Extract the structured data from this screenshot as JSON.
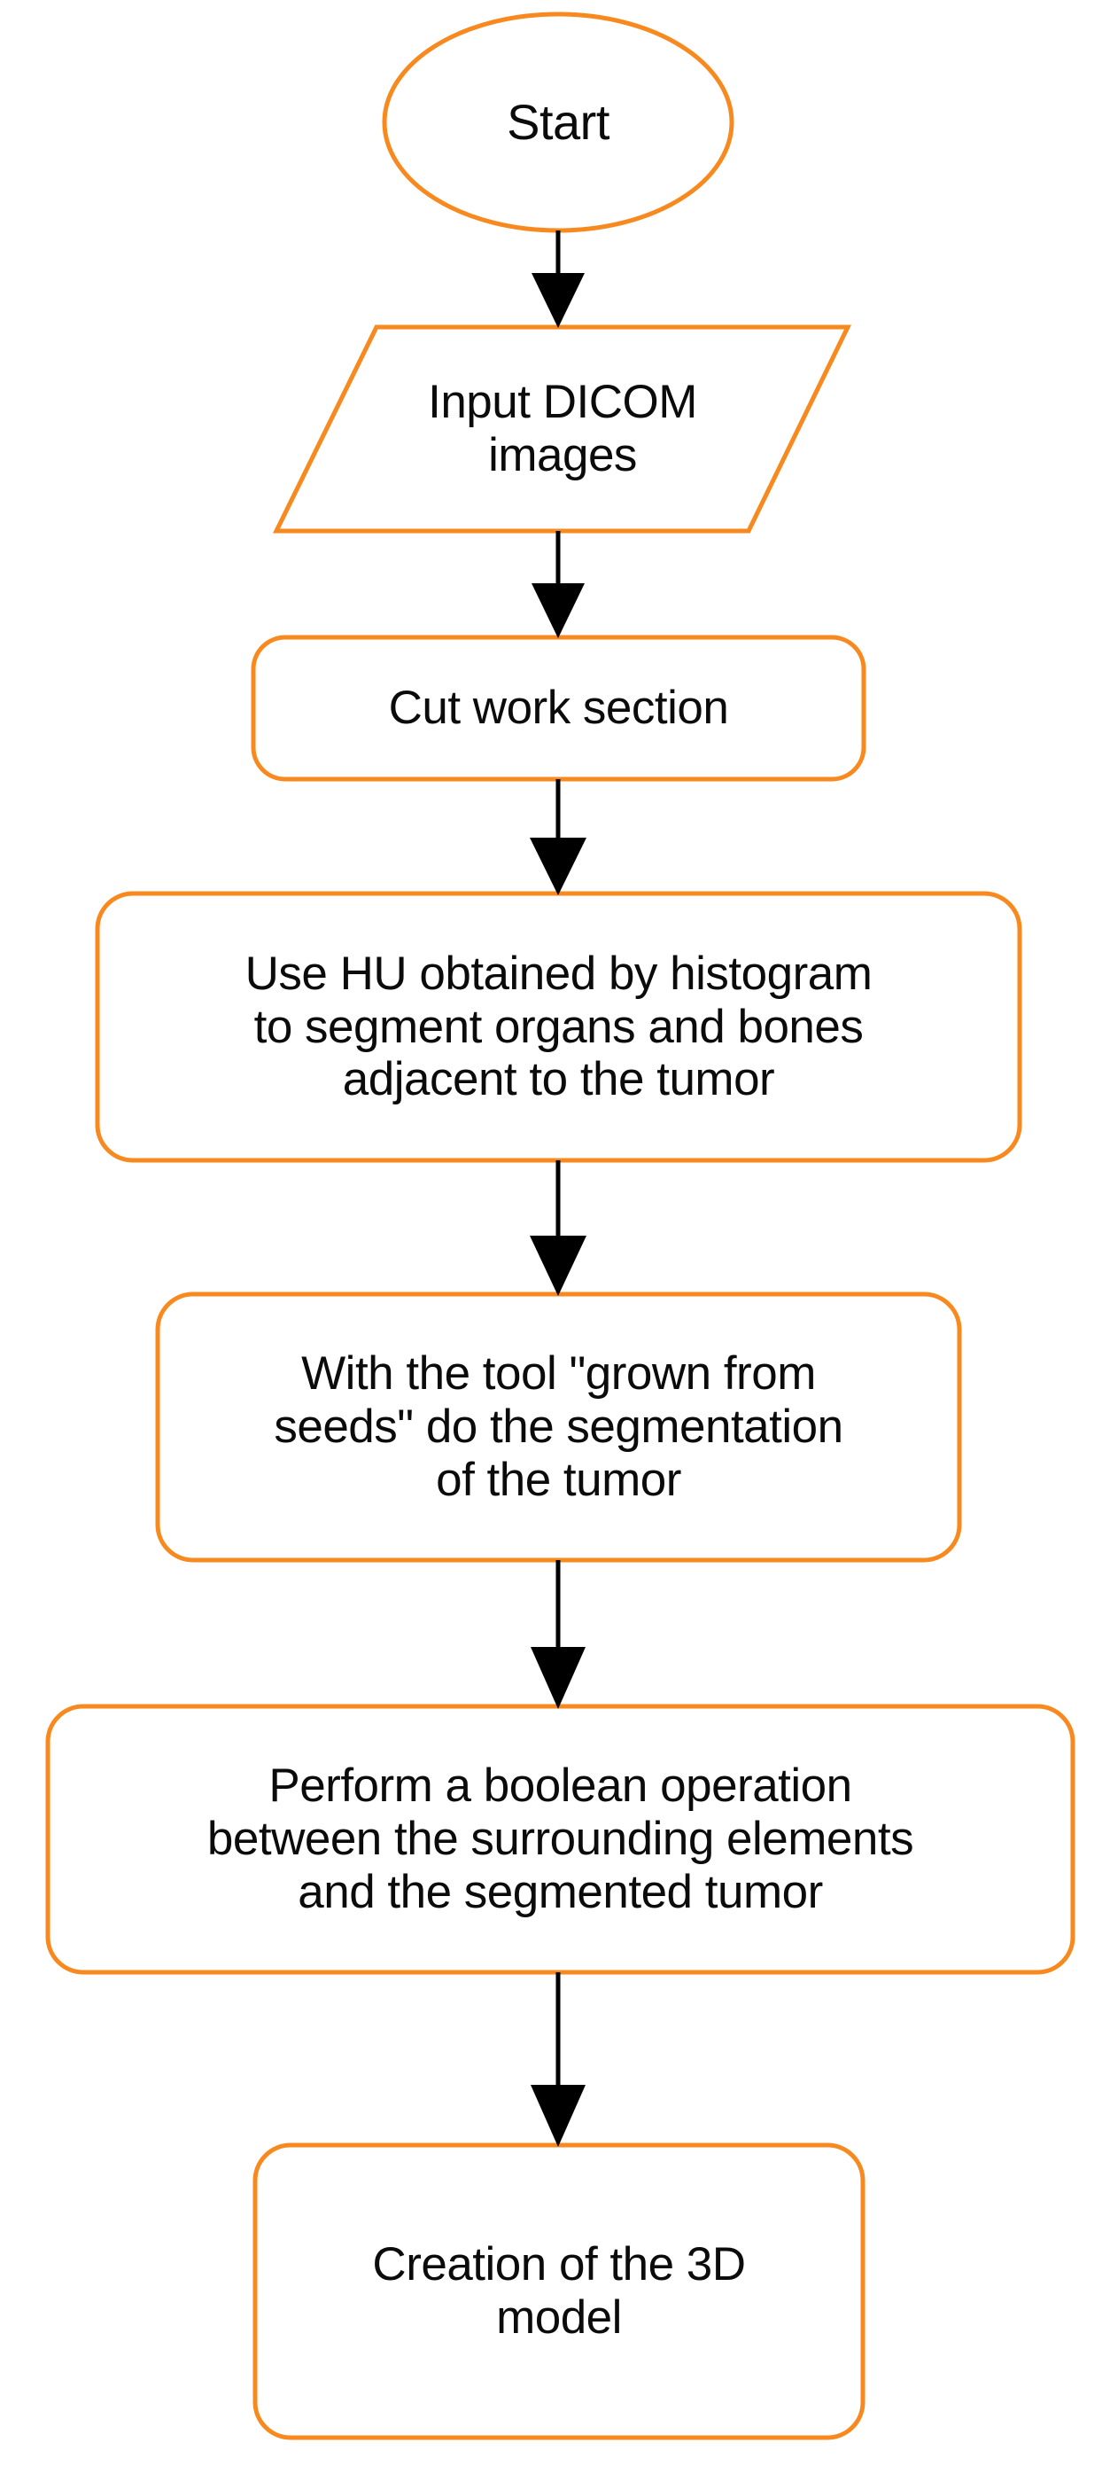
{
  "diagram": {
    "title": "3D tumor model segmentation workflow",
    "background_color": "#ffffff",
    "shape_stroke_color": "#f7891e",
    "shape_fill_color": "#ffffff",
    "text_color": "#0b0b0b",
    "connector_color": "#000000",
    "orientation": "top-to-bottom",
    "node_count": 7,
    "connector_count": 6
  },
  "nodes": [
    {
      "id": "start",
      "shape": "ellipse",
      "role": "terminator",
      "text": "Start",
      "lines": [
        "Start"
      ]
    },
    {
      "id": "input-dicom",
      "shape": "parallelogram",
      "role": "input-output",
      "text": "Input DICOM images",
      "lines": [
        "Input DICOM",
        "images"
      ]
    },
    {
      "id": "cut-work-section",
      "shape": "rounded-rectangle",
      "role": "process",
      "text": "Cut work section",
      "lines": [
        "Cut work section"
      ]
    },
    {
      "id": "use-hu-histogram",
      "shape": "rounded-rectangle",
      "role": "process",
      "text": "Use HU obtained by histogram to segment organs and bones adjacent to the tumor",
      "lines": [
        "Use HU obtained by histogram",
        "to segment organs and bones",
        "adjacent to the tumor"
      ]
    },
    {
      "id": "grown-from-seeds",
      "shape": "rounded-rectangle",
      "role": "process",
      "text": "With the tool \"grown from seeds\" do the segmentation of the tumor",
      "lines": [
        "With the tool \"grown from",
        "seeds\" do the segmentation",
        "of the tumor"
      ]
    },
    {
      "id": "boolean-operation",
      "shape": "rounded-rectangle",
      "role": "process",
      "text": "Perform a boolean operation between the surrounding elements and the segmented tumor",
      "lines": [
        "Perform a boolean operation",
        "between the surrounding elements",
        "and the segmented tumor"
      ]
    },
    {
      "id": "creation-3d-model",
      "shape": "rounded-rectangle",
      "role": "process",
      "text": "Creation of the 3D model",
      "lines": [
        "Creation of the 3D",
        "model"
      ]
    }
  ],
  "connectors": [
    {
      "id": "start-to-input",
      "from": "start",
      "to": "input-dicom",
      "arrow": "down-arrow-icon",
      "label": ""
    },
    {
      "id": "input-to-cut",
      "from": "input-dicom",
      "to": "cut-work-section",
      "arrow": "down-arrow-icon",
      "label": ""
    },
    {
      "id": "cut-to-hu",
      "from": "cut-work-section",
      "to": "use-hu-histogram",
      "arrow": "down-arrow-icon",
      "label": ""
    },
    {
      "id": "hu-to-seeds",
      "from": "use-hu-histogram",
      "to": "grown-from-seeds",
      "arrow": "down-arrow-icon",
      "label": ""
    },
    {
      "id": "seeds-to-boolean",
      "from": "grown-from-seeds",
      "to": "boolean-operation",
      "arrow": "down-arrow-icon",
      "label": ""
    },
    {
      "id": "boolean-to-model",
      "from": "boolean-operation",
      "to": "creation-3d-model",
      "arrow": "down-arrow-icon",
      "label": ""
    }
  ]
}
